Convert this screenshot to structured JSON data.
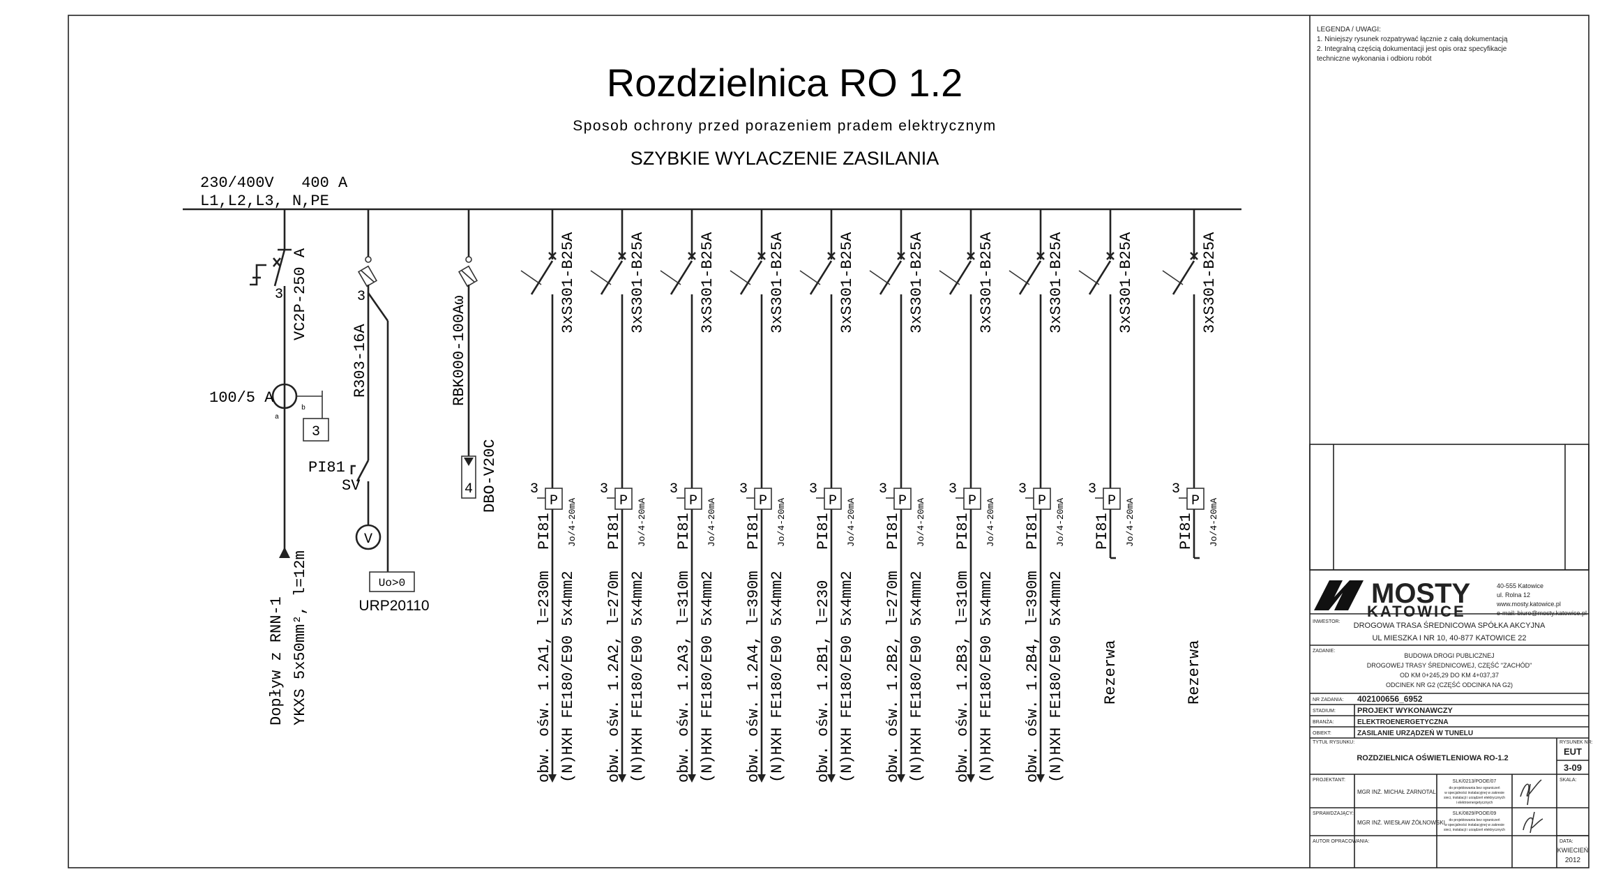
{
  "title": "Rozdzielnica RO 1.2",
  "subtitle": "Sposob ochrony przed porazeniem pradem elektrycznym",
  "subtitle2": "SZYBKIE WYLACZENIE ZASILANIA",
  "supply": {
    "line1": "230/400V   400 A",
    "line2": "L1,L2,L3, N,PE"
  },
  "main": {
    "breaker": "VC2P-250 A",
    "poles": "3",
    "ct": "100/5 A",
    "ct_a": "a",
    "ct_b": "b",
    "meter": "3",
    "input_cable_line1": "Dopływ z RNN-1",
    "input_cable_line2": "YKXS 5x50mm², l=12m"
  },
  "voltmeter": {
    "fuse": "R303-16A",
    "poles": "3",
    "switch": "PI81",
    "switch2": "SV",
    "meter": "V",
    "relay": "Uo>0",
    "relay_label": "URP20110"
  },
  "surge": {
    "device": "RBK000-100Aω",
    "arrester": "DBO-V20C",
    "count": "4"
  },
  "circuits": [
    {
      "breaker": "3xS301-B25A",
      "poles": "3",
      "switch": "PI81",
      "p": "P",
      "signal": "Jo/4-20mA",
      "circuit": "obw. ośw. 1.2A1, l=230m",
      "cable": "(N)HXH FE180/E90 5x4mm2"
    },
    {
      "breaker": "3xS301-B25A",
      "poles": "3",
      "switch": "PI81",
      "p": "P",
      "signal": "Jo/4-20mA",
      "circuit": "obw. ośw. 1.2A2, l=270m",
      "cable": "(N)HXH FE180/E90 5x4mm2"
    },
    {
      "breaker": "3xS301-B25A",
      "poles": "3",
      "switch": "PI81",
      "p": "P",
      "signal": "Jo/4-20mA",
      "circuit": "obw. ośw. 1.2A3, l=310m",
      "cable": "(N)HXH FE180/E90 5x4mm2"
    },
    {
      "breaker": "3xS301-B25A",
      "poles": "3",
      "switch": "PI81",
      "p": "P",
      "signal": "Jo/4-20mA",
      "circuit": "obw. ośw. 1.2A4, l=390m",
      "cable": "(N)HXH FE180/E90 5x4mm2"
    },
    {
      "breaker": "3xS301-B25A",
      "poles": "3",
      "switch": "PI81",
      "p": "P",
      "signal": "Jo/4-20mA",
      "circuit": "obw. ośw. 1.2B1, l=230",
      "cable": "(N)HXH FE180/E90 5x4mm2"
    },
    {
      "breaker": "3xS301-B25A",
      "poles": "3",
      "switch": "PI81",
      "p": "P",
      "signal": "Jo/4-20mA",
      "circuit": "obw. ośw. 1.2B2, l=270m",
      "cable": "(N)HXH FE180/E90 5x4mm2"
    },
    {
      "breaker": "3xS301-B25A",
      "poles": "3",
      "switch": "PI81",
      "p": "P",
      "signal": "Jo/4-20mA",
      "circuit": "obw. ośw. 1.2B3, l=310m",
      "cable": "(N)HXH FE180/E90 5x4mm2"
    },
    {
      "breaker": "3xS301-B25A",
      "poles": "3",
      "switch": "PI81",
      "p": "P",
      "signal": "Jo/4-20mA",
      "circuit": "obw. ośw. 1.2B4, l=390m",
      "cable": "(N)HXH FE180/E90 5x4mm2"
    },
    {
      "breaker": "3xS301-B25A",
      "poles": "3",
      "switch": "PI81",
      "p": "P",
      "signal": "Jo/4-20mA",
      "circuit": "Rezerwa",
      "cable": ""
    },
    {
      "breaker": "3xS301-B25A",
      "poles": "3",
      "switch": "PI81",
      "p": "P",
      "signal": "Jo/4-20mA",
      "circuit": "Rezerwa",
      "cable": ""
    }
  ],
  "legend": {
    "title": "LEGENDA / UWAGI:",
    "line1": "1. Niniejszy rysunek rozpatrywać łącznie z całą dokumentacją",
    "line2": "2. Integralną częścią dokumentacji jest opis oraz specyfikacje",
    "line3": "techniczne wykonania i odbioru robót"
  },
  "titleblock": {
    "logo_big": "MOSTY",
    "logo_small": "KATOWICE",
    "addr1": "40-555 Katowice",
    "addr2": "ul. Rolna 12",
    "addr3": "www.mosty.katowice.pl",
    "addr4": "e-mail: biuro@mosty.katowice.pl",
    "inwestor_label": "INWESTOR:",
    "inwestor1": "DROGOWA TRASA ŚREDNICOWA SPÓŁKA AKCYJNA",
    "inwestor2": "UL MIESZKA I NR 10, 40-877 KATOWICE 22",
    "zadanie_label": "ZADANIE:",
    "zadanie1": "BUDOWA DROGI PUBLICZNEJ",
    "zadanie2": "DROGOWEJ TRASY ŚREDNICOWEJ, CZĘŚĆ \"ZACHÓD\"",
    "zadanie3": "OD KM 0+245,29 DO KM 4+037,37",
    "zadanie4": "ODCINEK NR G2 (CZĘŚĆ ODCINKA NA G2)",
    "nrzad_label": "NR ZADANIA:",
    "nrzad": "402100656_6952",
    "stadium_label": "STADIUM:",
    "stadium": "PROJEKT WYKONAWCZY",
    "branza_label": "BRANŻA:",
    "branza": "ELEKTROENERGETYCZNA",
    "obiekt_label": "OBIEKT:",
    "obiekt": "ZASILANIE URZĄDZEŃ W TUNELU",
    "tytul_label": "TYTUŁ RYSUNKU:",
    "tytul": "ROZDZIELNICA OŚWIETLENIOWA RO-1.2",
    "rys_label": "RYSUNEK NR:",
    "rys1": "EUT",
    "rys2": "3-09",
    "projektant_label": "PROJEKTANT:",
    "projektant": "MGR INŻ. MICHAŁ ŻARNOTAL",
    "proj_upr": "SLK/0213/POOE/07",
    "sprawdzajacy_label": "SPRAWDZAJĄCY:",
    "sprawdzajacy": "MGR INŻ. WIESŁAW ŻÓŁNOWSKI",
    "spr_upr": "SLK/0829/POOE/09",
    "upr_desc": "do projektowania bez ograniczeń w specjalności instalacyjnej w zakresie sieci, instalacji i urządzeń elektrycznych i elektroenergetycznych",
    "autor_label": "AUTOR OPRACOWANIA:",
    "skala_label": "SKALA:",
    "data_label": "DATA:",
    "data1": "KWIECIEŃ",
    "data2": "2012"
  }
}
